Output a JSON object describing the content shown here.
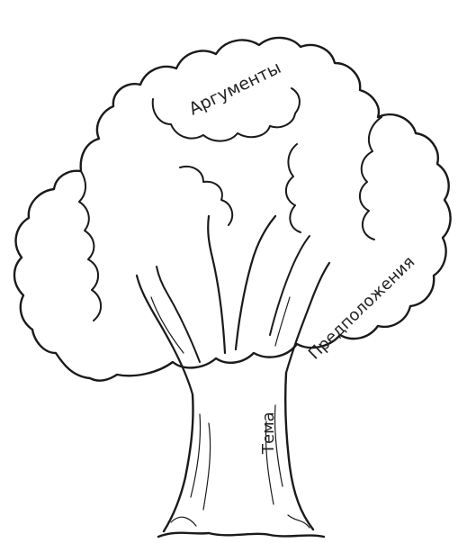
{
  "diagram": {
    "labels": {
      "crown_top": "Аргументы",
      "crown_right": "Предположения",
      "trunk": "Тема"
    },
    "colors": {
      "line": "#1a1a1a",
      "fill": "#ffffff",
      "text": "#222222"
    }
  }
}
